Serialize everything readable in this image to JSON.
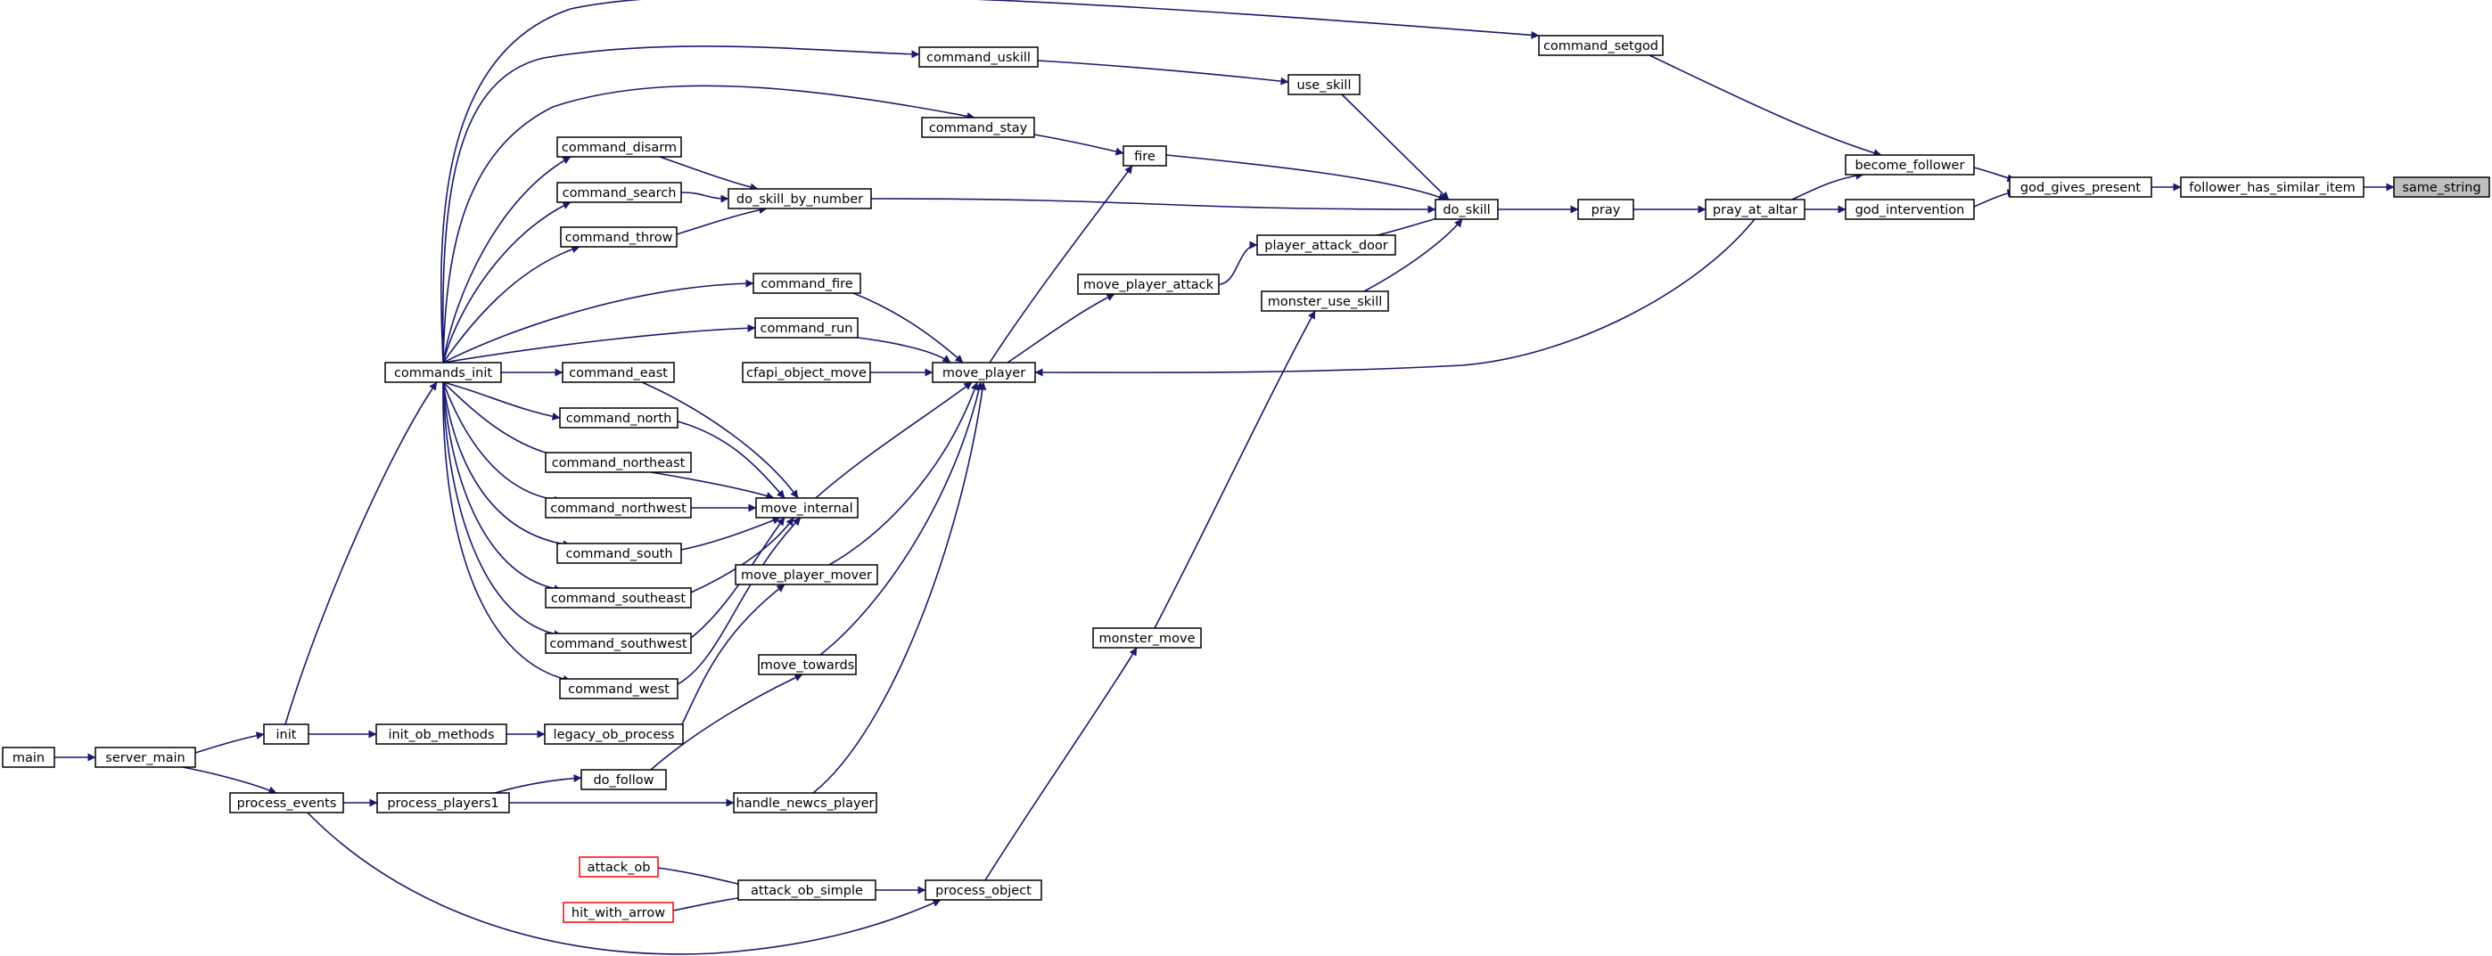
{
  "colors": {
    "edge": "#191970",
    "node_border": "#000000",
    "root_fill": "#bfbfbf",
    "truncated_border": "#ff0000",
    "background": "#ffffff"
  },
  "nodes": [
    {
      "id": "same_string",
      "label": "same_string",
      "style": "root"
    },
    {
      "id": "follower_has_similar_item",
      "label": "follower_has_similar_item"
    },
    {
      "id": "god_gives_present",
      "label": "god_gives_present"
    },
    {
      "id": "become_follower",
      "label": "become_follower"
    },
    {
      "id": "god_intervention",
      "label": "god_intervention"
    },
    {
      "id": "command_setgod",
      "label": "command_setgod"
    },
    {
      "id": "pray_at_altar",
      "label": "pray_at_altar"
    },
    {
      "id": "pray",
      "label": "pray"
    },
    {
      "id": "do_skill",
      "label": "do_skill"
    },
    {
      "id": "use_skill",
      "label": "use_skill"
    },
    {
      "id": "command_uskill",
      "label": "command_uskill"
    },
    {
      "id": "fire",
      "label": "fire"
    },
    {
      "id": "command_stay",
      "label": "command_stay"
    },
    {
      "id": "do_skill_by_number",
      "label": "do_skill_by_number"
    },
    {
      "id": "command_disarm",
      "label": "command_disarm"
    },
    {
      "id": "command_search",
      "label": "command_search"
    },
    {
      "id": "command_throw",
      "label": "command_throw"
    },
    {
      "id": "player_attack_door",
      "label": "player_attack_door"
    },
    {
      "id": "move_player_attack",
      "label": "move_player_attack"
    },
    {
      "id": "monster_use_skill",
      "label": "monster_use_skill"
    },
    {
      "id": "move_player",
      "label": "move_player"
    },
    {
      "id": "command_fire",
      "label": "command_fire"
    },
    {
      "id": "command_run",
      "label": "command_run"
    },
    {
      "id": "cfapi_object_move",
      "label": "cfapi_object_move"
    },
    {
      "id": "commands_init",
      "label": "commands_init"
    },
    {
      "id": "command_east",
      "label": "command_east"
    },
    {
      "id": "command_north",
      "label": "command_north"
    },
    {
      "id": "command_northeast",
      "label": "command_northeast"
    },
    {
      "id": "command_northwest",
      "label": "command_northwest"
    },
    {
      "id": "move_internal",
      "label": "move_internal"
    },
    {
      "id": "command_south",
      "label": "command_south"
    },
    {
      "id": "move_player_mover",
      "label": "move_player_mover"
    },
    {
      "id": "command_southeast",
      "label": "command_southeast"
    },
    {
      "id": "command_southwest",
      "label": "command_southwest"
    },
    {
      "id": "monster_move",
      "label": "monster_move"
    },
    {
      "id": "move_towards",
      "label": "move_towards"
    },
    {
      "id": "command_west",
      "label": "command_west"
    },
    {
      "id": "init",
      "label": "init"
    },
    {
      "id": "init_ob_methods",
      "label": "init_ob_methods"
    },
    {
      "id": "legacy_ob_process",
      "label": "legacy_ob_process"
    },
    {
      "id": "main",
      "label": "main"
    },
    {
      "id": "server_main",
      "label": "server_main"
    },
    {
      "id": "do_follow",
      "label": "do_follow"
    },
    {
      "id": "process_events",
      "label": "process_events"
    },
    {
      "id": "process_players1",
      "label": "process_players1"
    },
    {
      "id": "handle_newcs_player",
      "label": "handle_newcs_player"
    },
    {
      "id": "attack_ob",
      "label": "attack_ob",
      "style": "red"
    },
    {
      "id": "attack_ob_simple",
      "label": "attack_ob_simple"
    },
    {
      "id": "process_object",
      "label": "process_object"
    },
    {
      "id": "hit_with_arrow",
      "label": "hit_with_arrow",
      "style": "red"
    }
  ],
  "edges": [
    [
      "follower_has_similar_item",
      "same_string"
    ],
    [
      "god_gives_present",
      "follower_has_similar_item"
    ],
    [
      "become_follower",
      "god_gives_present"
    ],
    [
      "god_intervention",
      "god_gives_present"
    ],
    [
      "command_setgod",
      "become_follower"
    ],
    [
      "pray_at_altar",
      "become_follower"
    ],
    [
      "pray_at_altar",
      "god_intervention"
    ],
    [
      "pray",
      "pray_at_altar"
    ],
    [
      "do_skill",
      "pray"
    ],
    [
      "use_skill",
      "do_skill"
    ],
    [
      "fire",
      "do_skill"
    ],
    [
      "do_skill_by_number",
      "do_skill"
    ],
    [
      "player_attack_door",
      "do_skill"
    ],
    [
      "monster_use_skill",
      "do_skill"
    ],
    [
      "command_uskill",
      "use_skill"
    ],
    [
      "command_stay",
      "fire"
    ],
    [
      "move_player",
      "fire"
    ],
    [
      "command_disarm",
      "do_skill_by_number"
    ],
    [
      "command_search",
      "do_skill_by_number"
    ],
    [
      "command_throw",
      "do_skill_by_number"
    ],
    [
      "move_player_attack",
      "player_attack_door"
    ],
    [
      "move_player",
      "move_player_attack"
    ],
    [
      "monster_move",
      "monster_use_skill"
    ],
    [
      "pray_at_altar",
      "move_player"
    ],
    [
      "command_fire",
      "move_player"
    ],
    [
      "command_run",
      "move_player"
    ],
    [
      "cfapi_object_move",
      "move_player"
    ],
    [
      "move_internal",
      "move_player"
    ],
    [
      "move_player_mover",
      "move_player"
    ],
    [
      "move_towards",
      "move_player"
    ],
    [
      "handle_newcs_player",
      "move_player"
    ],
    [
      "commands_init",
      "command_setgod"
    ],
    [
      "commands_init",
      "command_uskill"
    ],
    [
      "commands_init",
      "command_stay"
    ],
    [
      "commands_init",
      "command_disarm"
    ],
    [
      "commands_init",
      "command_search"
    ],
    [
      "commands_init",
      "command_throw"
    ],
    [
      "commands_init",
      "command_fire"
    ],
    [
      "commands_init",
      "command_run"
    ],
    [
      "commands_init",
      "command_east"
    ],
    [
      "commands_init",
      "command_north"
    ],
    [
      "commands_init",
      "command_northeast"
    ],
    [
      "commands_init",
      "command_northwest"
    ],
    [
      "commands_init",
      "command_south"
    ],
    [
      "commands_init",
      "command_southeast"
    ],
    [
      "commands_init",
      "command_southwest"
    ],
    [
      "commands_init",
      "command_west"
    ],
    [
      "command_east",
      "move_internal"
    ],
    [
      "command_north",
      "move_internal"
    ],
    [
      "command_northeast",
      "move_internal"
    ],
    [
      "command_northwest",
      "move_internal"
    ],
    [
      "command_south",
      "move_internal"
    ],
    [
      "command_southeast",
      "move_internal"
    ],
    [
      "command_southwest",
      "move_internal"
    ],
    [
      "command_west",
      "move_internal"
    ],
    [
      "legacy_ob_process",
      "move_player_mover"
    ],
    [
      "do_follow",
      "move_towards"
    ],
    [
      "process_object",
      "monster_move"
    ],
    [
      "init",
      "commands_init"
    ],
    [
      "init",
      "init_ob_methods"
    ],
    [
      "init_ob_methods",
      "legacy_ob_process"
    ],
    [
      "server_main",
      "init"
    ],
    [
      "server_main",
      "process_events"
    ],
    [
      "main",
      "server_main"
    ],
    [
      "process_players1",
      "do_follow"
    ],
    [
      "process_players1",
      "handle_newcs_player"
    ],
    [
      "process_events",
      "process_players1"
    ],
    [
      "process_events",
      "process_object"
    ],
    [
      "attack_ob",
      "attack_ob_simple"
    ],
    [
      "hit_with_arrow",
      "attack_ob_simple"
    ],
    [
      "attack_ob_simple",
      "process_object"
    ]
  ]
}
